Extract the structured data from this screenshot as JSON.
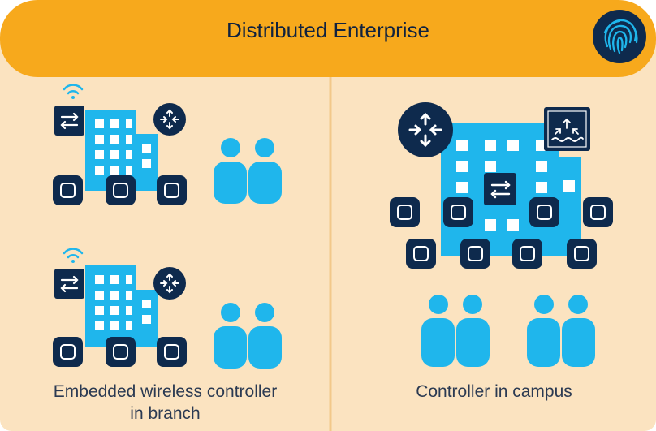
{
  "header": {
    "title": "Distributed Enterprise",
    "badge_icon": "fingerprint-icon"
  },
  "left_panel": {
    "caption_line1": "Embedded wireless controller",
    "caption_line2": "in branch",
    "branches": [
      {
        "icons": [
          "wifi-icon",
          "switch-icon",
          "router-icon",
          "building-icon",
          "access-point-icon",
          "access-point-icon",
          "access-point-icon",
          "users-icon"
        ]
      },
      {
        "icons": [
          "wifi-icon",
          "switch-icon",
          "router-icon",
          "building-icon",
          "access-point-icon",
          "access-point-icon",
          "access-point-icon",
          "users-icon"
        ]
      }
    ]
  },
  "right_panel": {
    "caption": "Controller in campus",
    "icons": [
      "router-icon",
      "wireless-controller-icon",
      "building-icon",
      "switch-icon",
      "access-point-icon",
      "users-icon"
    ]
  },
  "colors": {
    "header": "#f7a91c",
    "panel_bg": "#fbe3c0",
    "divider": "#f2c88a",
    "building": "#1fb6ec",
    "navy": "#0e2a4d",
    "people": "#1fb6ec",
    "text": "#2b3a52"
  }
}
